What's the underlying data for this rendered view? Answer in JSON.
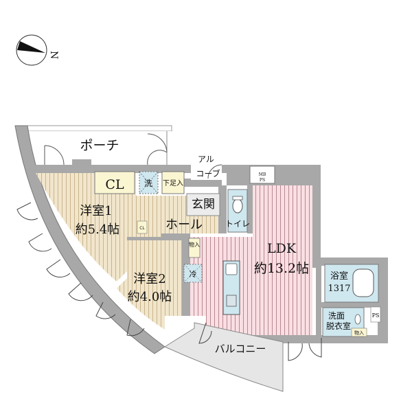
{
  "compass": {
    "icon": "north-arrow-icon",
    "label": "N"
  },
  "colors": {
    "wall": "#a8a8a8",
    "wall_stroke": "#777777",
    "wood_floor": "#f1e6cc",
    "wood_line": "#c9b48c",
    "ldk_floor": "#f9dfe3",
    "ldk_line": "#b88890",
    "wet_area": "#cfe7ef",
    "closet": "#fbf6d2",
    "entry": "#ececec",
    "balcony": "#e6e6e6"
  },
  "rooms": {
    "porch": {
      "label": "ポーチ"
    },
    "alcove": {
      "line1": "アル",
      "line2": "コーブ"
    },
    "closet_main": {
      "label": "CL"
    },
    "laundry": {
      "label": "洗"
    },
    "shoe_box": {
      "label": "下足入"
    },
    "entrance": {
      "label": "玄関"
    },
    "mb_ps": {
      "line1": "MB",
      "line2": "PS"
    },
    "western1": {
      "name": "洋室1",
      "size": "約5.4帖"
    },
    "closet_small": {
      "label": "CL"
    },
    "hall": {
      "label": "ホール"
    },
    "toilet": {
      "label": "トイレ"
    },
    "storage1": {
      "label": "物入"
    },
    "fridge": {
      "label": "冷"
    },
    "western2": {
      "name": "洋室2",
      "size": "約4.0帖"
    },
    "ldk": {
      "name": "LDK",
      "size": "約13.2帖"
    },
    "bath": {
      "name": "浴室",
      "size": "1317"
    },
    "washroom": {
      "line1": "洗面",
      "line2": "脱衣室"
    },
    "storage2": {
      "label": "物入"
    },
    "ps": {
      "label": "PS"
    },
    "balcony": {
      "label": "バルコニー"
    }
  }
}
